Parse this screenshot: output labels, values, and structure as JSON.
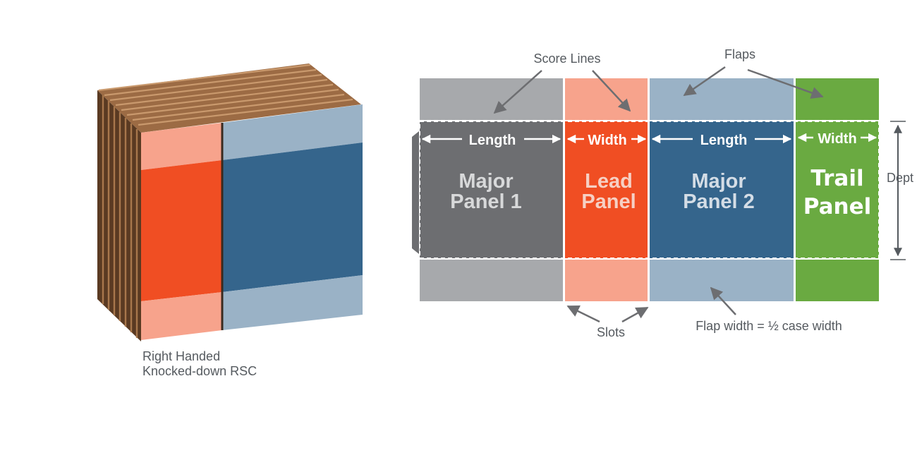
{
  "knocked_down": {
    "caption_line1": "Right Handed",
    "caption_line2": "Knocked-down RSC"
  },
  "flat_blank": {
    "panels": [
      {
        "label_line1": "Major",
        "label_line2": "Panel 1",
        "dimension": "Length",
        "color": "#6d6e71",
        "flap_color": "#a7a9ac",
        "label_color": "#d8d9da"
      },
      {
        "label_line1": "Lead",
        "label_line2": "Panel",
        "dimension": "Width",
        "color": "#f04e23",
        "flap_color": "#f7a38c",
        "label_color": "#f6d0c4"
      },
      {
        "label_line1": "Major",
        "label_line2": "Panel 2",
        "dimension": "Length",
        "color": "#35658c",
        "flap_color": "#9ab2c6",
        "label_color": "#d4dde6"
      },
      {
        "label_line1": "Trail",
        "label_line2": "Panel",
        "dimension": "Width",
        "color": "#6aaa41",
        "flap_color": "#6aaa41",
        "label_color": "#ffffff"
      }
    ],
    "depth_label": "Dept",
    "annotations": {
      "score_lines": "Score Lines",
      "flaps": "Flaps",
      "slots": "Slots",
      "flap_width_note": "Flap width = ½ case width"
    }
  },
  "colors": {
    "annotation_text": "#555a5f",
    "arrow": "#6d6e71",
    "corrugated_edge": "#9c6b44"
  }
}
